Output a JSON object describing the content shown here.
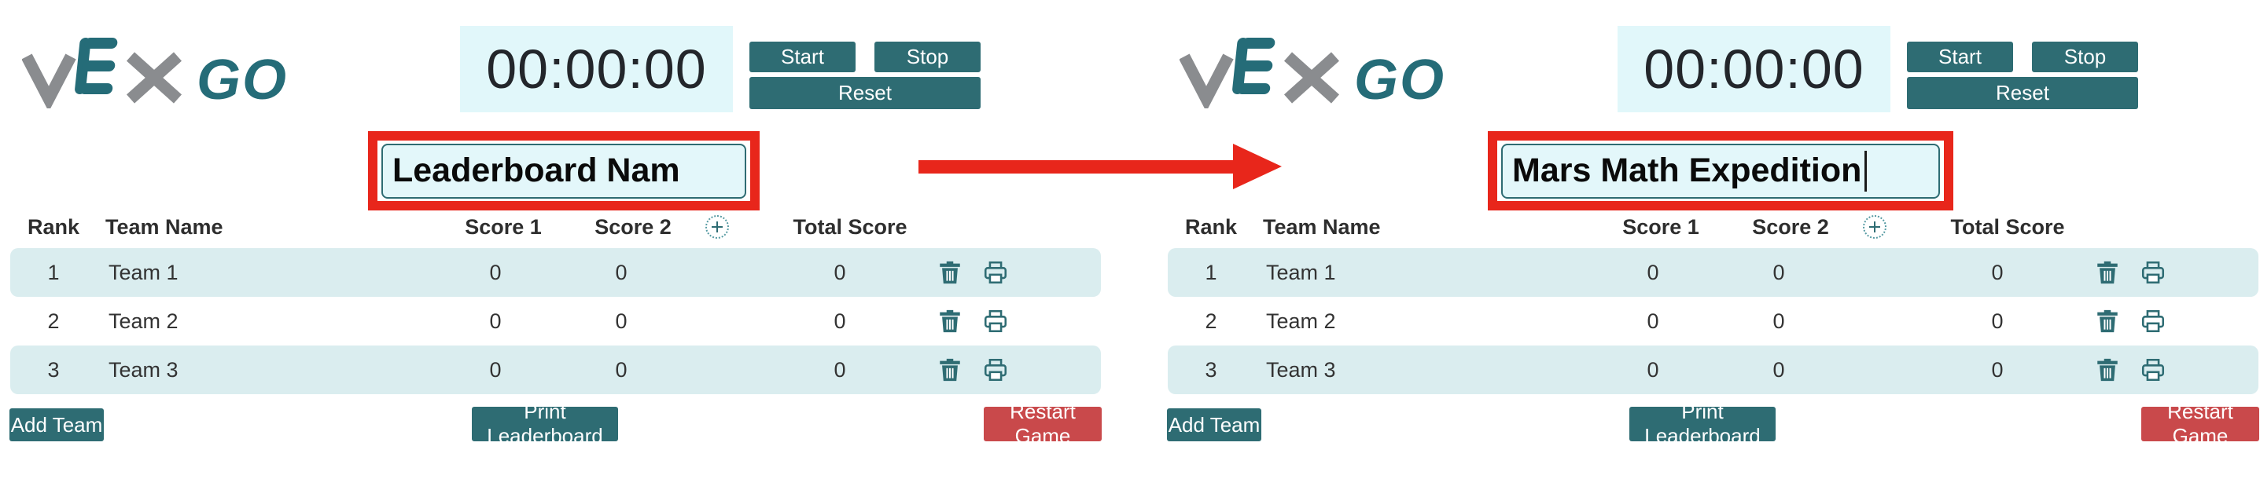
{
  "colors": {
    "teal": "#2E6C73",
    "logo_teal": "#256C78",
    "logo_gray": "#8A8C8F",
    "pale_cyan": "#E1F7FA",
    "row_highlight": "#DAEDEF",
    "annotation_red": "#E8261B",
    "restart_red": "#C9494B"
  },
  "panels": [
    {
      "logo_go": "GO",
      "timer": {
        "value": "00:00:00",
        "start": "Start",
        "stop": "Stop",
        "reset": "Reset"
      },
      "title_input": {
        "value": "Leaderboard Nam"
      },
      "table": {
        "headers": {
          "rank": "Rank",
          "team": "Team Name",
          "score1": "Score 1",
          "score2": "Score 2",
          "total": "Total Score"
        },
        "rows": [
          {
            "rank": "1",
            "team": "Team 1",
            "score1": "0",
            "score2": "0",
            "total": "0"
          },
          {
            "rank": "2",
            "team": "Team 2",
            "score1": "0",
            "score2": "0",
            "total": "0"
          },
          {
            "rank": "3",
            "team": "Team 3",
            "score1": "0",
            "score2": "0",
            "total": "0"
          }
        ]
      },
      "actions": {
        "add_team": "Add Team",
        "print_leaderboard": "Print Leaderboard",
        "restart_game": "Restart Game"
      }
    },
    {
      "logo_go": "GO",
      "timer": {
        "value": "00:00:00",
        "start": "Start",
        "stop": "Stop",
        "reset": "Reset"
      },
      "title_input": {
        "value": "Mars Math Expedition"
      },
      "table": {
        "headers": {
          "rank": "Rank",
          "team": "Team Name",
          "score1": "Score 1",
          "score2": "Score 2",
          "total": "Total Score"
        },
        "rows": [
          {
            "rank": "1",
            "team": "Team 1",
            "score1": "0",
            "score2": "0",
            "total": "0"
          },
          {
            "rank": "2",
            "team": "Team 2",
            "score1": "0",
            "score2": "0",
            "total": "0"
          },
          {
            "rank": "3",
            "team": "Team 3",
            "score1": "0",
            "score2": "0",
            "total": "0"
          }
        ]
      },
      "actions": {
        "add_team": "Add Team",
        "print_leaderboard": "Print Leaderboard",
        "restart_game": "Restart Game"
      }
    }
  ]
}
